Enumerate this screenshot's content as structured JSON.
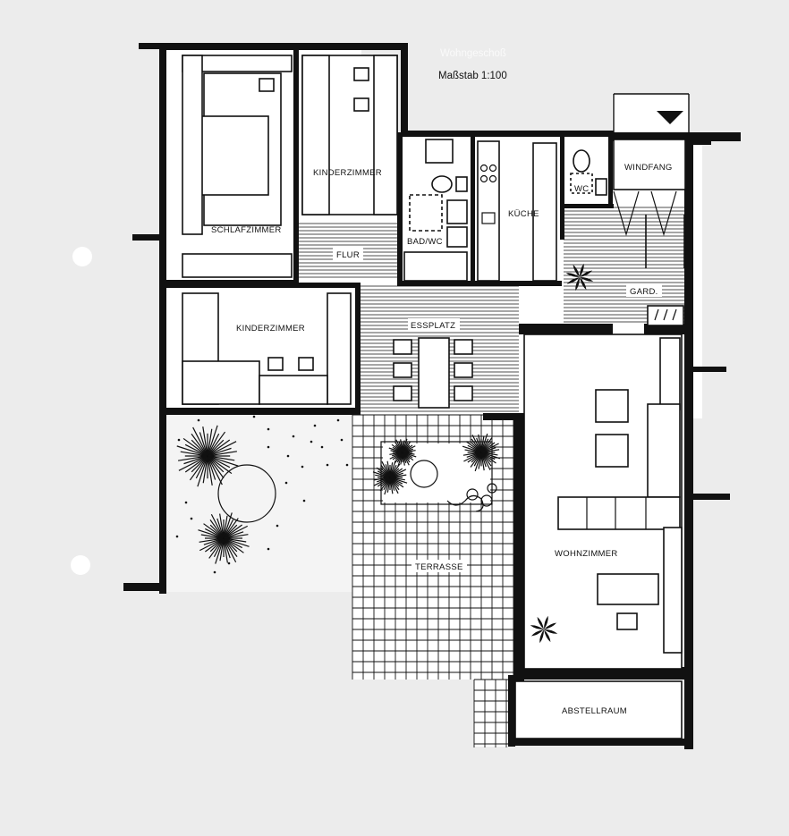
{
  "title": {
    "heading": "Wohngeschoß",
    "scale": "Maßstab 1:100"
  },
  "rooms": {
    "schlafzimmer": "SCHLAFZIMMER",
    "kinderzimmer_top": "KINDERZIMMER",
    "kinderzimmer_left": "KINDERZIMMER",
    "bad_wc": "BAD/WC",
    "kueche": "KÜCHE",
    "wc": "WC",
    "windfang": "WINDFANG",
    "flur": "FLUR",
    "gard": "GARD.",
    "essplatz": "ESSPLATZ",
    "wohnzimmer": "WOHNZIMMER",
    "terrasse": "TERRASSE",
    "abstellraum": "ABSTELLRAUM"
  },
  "icons": {
    "entrance_arrow": "triangle-down-icon",
    "plant": "plant-icon",
    "tree": "tree-icon",
    "punch_hole": "punch-hole-icon"
  },
  "colors": {
    "paper": "#ececec",
    "ink": "#111111",
    "fill": "#ffffff"
  }
}
